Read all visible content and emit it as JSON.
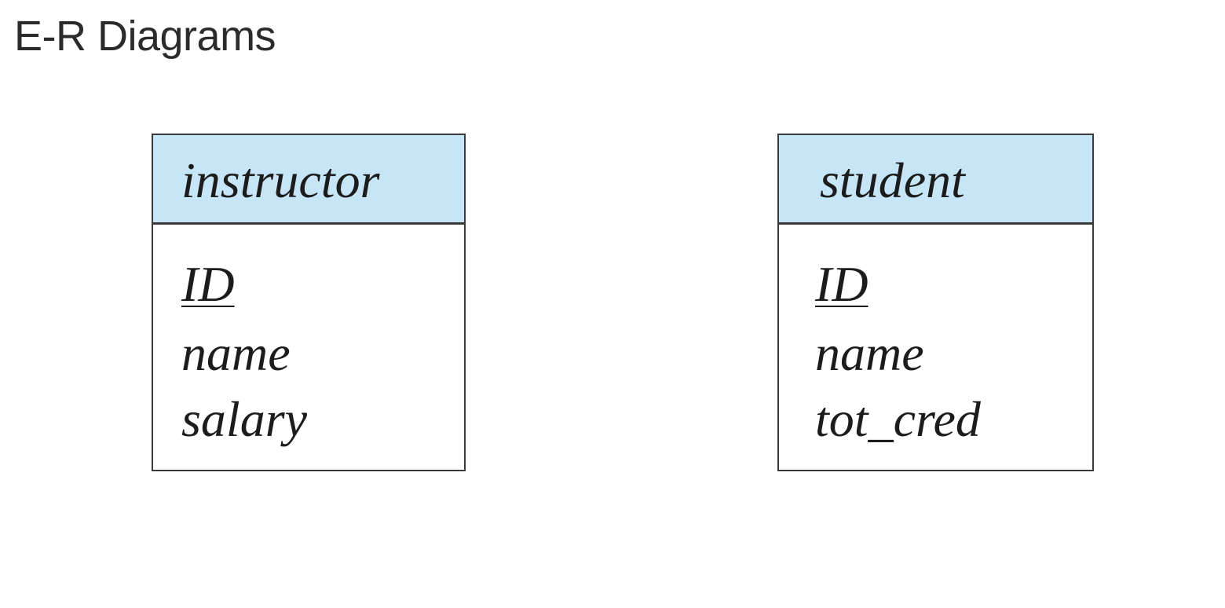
{
  "slide": {
    "title": "E-R Diagrams"
  },
  "entities": [
    {
      "name": "instructor",
      "attributes": [
        "ID",
        "name",
        "salary"
      ],
      "primary_key": "ID"
    },
    {
      "name": "student",
      "attributes": [
        "ID",
        "name",
        "tot_cred"
      ],
      "primary_key": "ID"
    }
  ],
  "colors": {
    "header_fill": "#c6e6f7",
    "border": "#3a3a3a",
    "text": "#1c1c1c"
  }
}
